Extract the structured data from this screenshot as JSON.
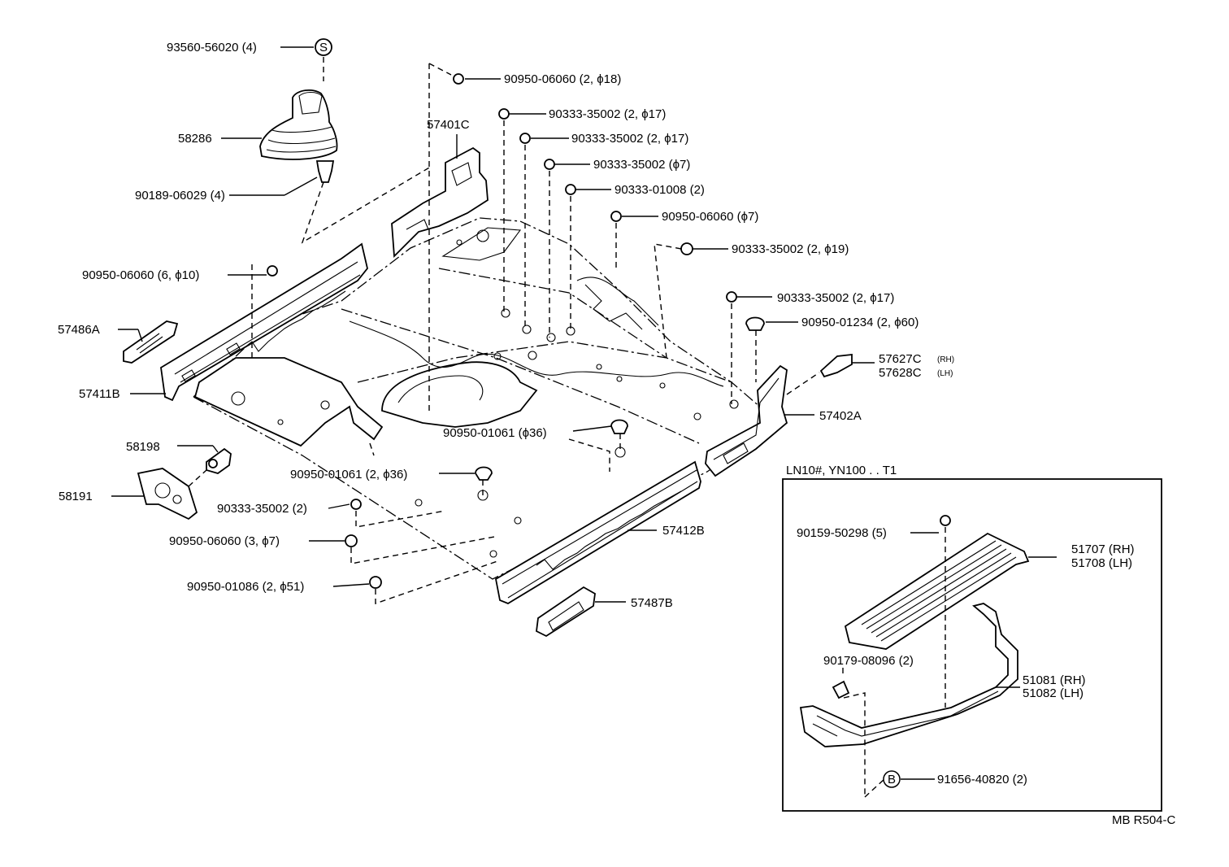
{
  "diagram": {
    "code": "MB R504-C",
    "inset_title": "LN10#, YN100 . . T1",
    "callouts": {
      "c1": "93560-56020 (4)",
      "c1_symbol": "S",
      "c2": "58286",
      "c3": "90189-06029 (4)",
      "c4": "90950-06060 (2, ϕ18)",
      "c5": "57401C",
      "c6": "90333-35002 (2, ϕ17)",
      "c7": "90333-35002 (2, ϕ17)",
      "c8": "90333-35002 (ϕ7)",
      "c9": "90333-01008 (2)",
      "c10": "90950-06060 (ϕ7)",
      "c11": "90333-35002 (2, ϕ19)",
      "c12": "90950-06060 (6, ϕ10)",
      "c13": "57486A",
      "c14": "90333-35002 (2, ϕ17)",
      "c15": "90950-01234 (2, ϕ60)",
      "c16a": "57627C",
      "c16a_side": "(RH)",
      "c16b": "57628C",
      "c16b_side": "(LH)",
      "c17": "57411B",
      "c18": "57402A",
      "c19": "90950-01061 (ϕ36)",
      "c20": "58198",
      "c21": "90950-01061 (2, ϕ36)",
      "c22": "58191",
      "c23": "90333-35002 (2)",
      "c24": "90950-06060 (3, ϕ7)",
      "c25": "57412B",
      "c26": "90950-01086 (2, ϕ51)",
      "c27": "57487B",
      "c28": "90159-50298 (5)",
      "c29a": "51707 (RH)",
      "c29b": "51708 (LH)",
      "c30": "90179-08096 (2)",
      "c31a": "51081 (RH)",
      "c31b": "51082 (LH)",
      "c32": "91656-40820 (2)",
      "c32_symbol": "B"
    }
  }
}
